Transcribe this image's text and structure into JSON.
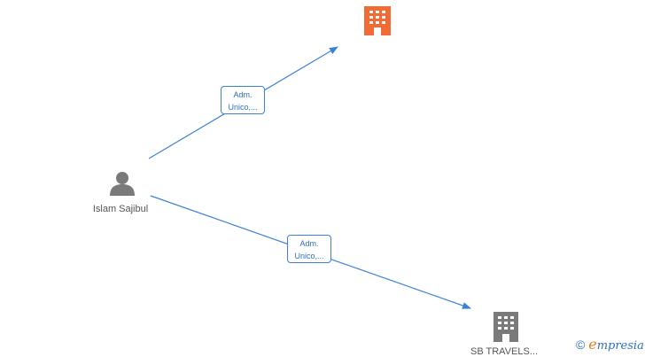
{
  "nodes": {
    "person": {
      "label": "Islam Sajibul",
      "icon": "person-icon",
      "color": "#7a7a7a"
    },
    "company_top": {
      "label": "",
      "icon": "building-icon",
      "color": "#f26b35"
    },
    "company_bottom": {
      "label": "SB TRAVELS...",
      "icon": "building-icon",
      "color": "#7a7a7a"
    }
  },
  "edges": [
    {
      "from": "person",
      "to": "company_top",
      "label_line1": "Adm.",
      "label_line2": "Unico,...",
      "color": "#3b82d6"
    },
    {
      "from": "person",
      "to": "company_bottom",
      "label_line1": "Adm.",
      "label_line2": "Unico,...",
      "color": "#3b82d6"
    }
  ],
  "watermark": {
    "symbol": "©",
    "brand_first": "e",
    "brand_rest": "mpresia"
  }
}
